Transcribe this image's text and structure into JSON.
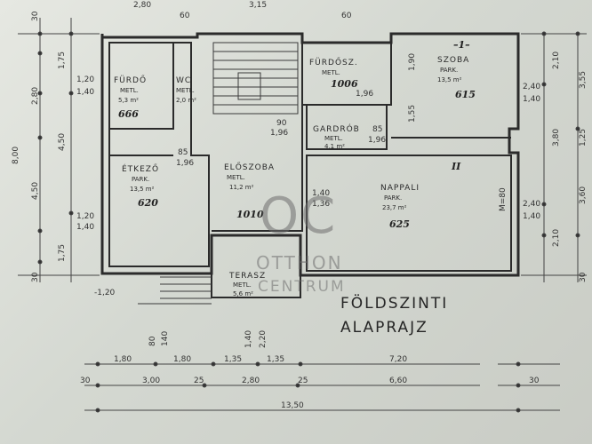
{
  "title": {
    "line1": "FÖLDSZINTI",
    "line2": "ALAPRAJZ"
  },
  "watermark": {
    "logo": "OC",
    "line1": "OTTHON",
    "line2": "CENTRUM"
  },
  "rooms": [
    {
      "id": "furdo-left",
      "name": "FÜRDŐ",
      "type": "METL.",
      "area": "5,3 m²",
      "note": "666"
    },
    {
      "id": "wc",
      "name": "WC",
      "type": "METL.",
      "area": "2,0 m²"
    },
    {
      "id": "furdo-right",
      "name": "FÜRDŐSZ.",
      "type": "METL.",
      "area": "",
      "note": "1006"
    },
    {
      "id": "szoba",
      "name": "SZOBA",
      "type": "PARK.",
      "area": "13,5 m²",
      "note": "615"
    },
    {
      "id": "garderob",
      "name": "GARDRÓB",
      "type": "METL.",
      "area": "4,1 m²"
    },
    {
      "id": "etkezo",
      "name": "ÉTKEZŐ",
      "type": "PARK.",
      "area": "13,5 m²",
      "note": "620"
    },
    {
      "id": "eloszoba",
      "name": "ELŐSZOBA",
      "type": "METL.",
      "area": "11,2 m²",
      "note": "1010"
    },
    {
      "id": "nappali",
      "name": "NAPPALI",
      "type": "PARK.",
      "area": "23,7 m²",
      "note": "625"
    },
    {
      "id": "terasz",
      "name": "TERASZ",
      "type": "METL.",
      "area": "5,6 m²"
    }
  ],
  "room_marks": {
    "szoba": "–1–",
    "nappali": "II"
  },
  "dimensions": {
    "left_outer": [
      "30",
      "1,75",
      "2,80",
      "8,00",
      "4,50",
      "4,50",
      "1,75",
      "30"
    ],
    "left_inner": [
      "1,20",
      "1,40",
      "1,20",
      "1,40"
    ],
    "right_outer": [
      "2,10",
      "3,55",
      "3,80",
      "3,60",
      "2,10",
      "30"
    ],
    "right_inner": [
      "2,40",
      "1,40",
      "2,40",
      "1,40",
      "1,25"
    ],
    "top": [
      "2,80",
      "3,15",
      "60",
      "60"
    ],
    "bottom_row1": [
      "1,80",
      "1,80",
      "1,35",
      "1,35",
      "7,20"
    ],
    "bottom_row2": [
      "30",
      "3,00",
      "25",
      "2,80",
      "25",
      "6,60",
      "30"
    ],
    "bottom_total": "13,50",
    "misc": [
      "1,90",
      "1,55",
      "85",
      "1,96",
      "90",
      "1,96",
      "85",
      "1,96",
      "1,40",
      "1,36",
      "-1,20",
      "1,40",
      "2,20",
      "80",
      "140",
      "M=80",
      "1,96"
    ]
  }
}
